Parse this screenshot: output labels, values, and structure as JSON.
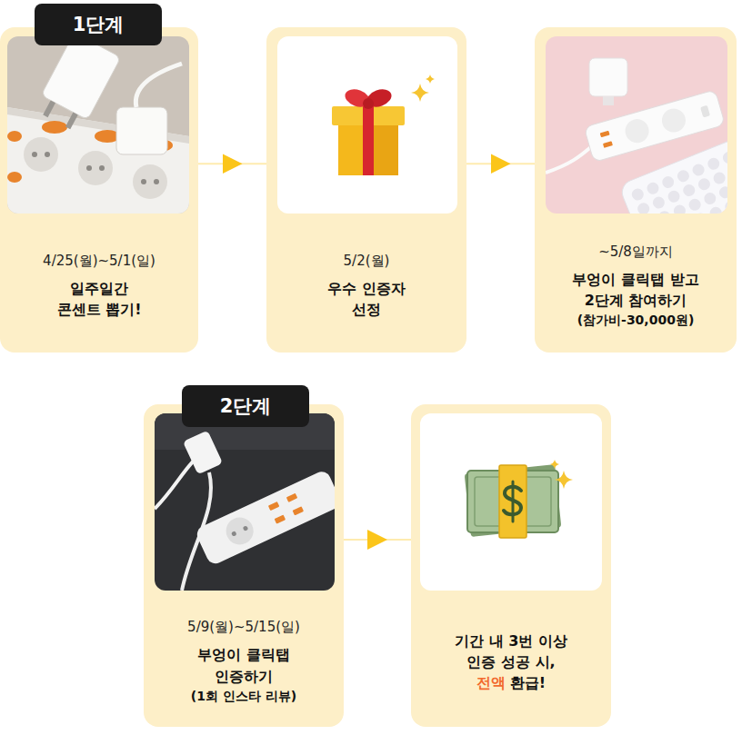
{
  "diagram": {
    "nodes": [
      {
        "text": [
          "1단계"
        ]
      },
      {
        "text": [
          "4/25(월)~5/1(일)",
          "일주일간 콘센트 뽑기!"
        ]
      },
      {
        "text": [
          "5/2(월)",
          "우수 인증자 선정"
        ]
      },
      {
        "text": [
          "~5/8일까지",
          "부엉이 클릭탭 받고 2단계 참여하기",
          "(참가비-30,000원)"
        ]
      },
      {
        "text": [
          "2단계"
        ]
      },
      {
        "text": [
          "5/9(월)~5/15(일)",
          "부엉이 클릭탭 인증하기",
          "(1회 인스타 리뷰)"
        ]
      },
      {
        "text": [
          "기간 내 3번 이상 인증 성공 시,",
          "전액",
          "환급!"
        ]
      }
    ],
    "edges": [
      {
        "from": 1,
        "to": 2,
        "arrow": "to"
      },
      {
        "from": 2,
        "to": 3,
        "arrow": "to"
      },
      {
        "from": 5,
        "to": 6,
        "arrow": "to"
      }
    ]
  }
}
